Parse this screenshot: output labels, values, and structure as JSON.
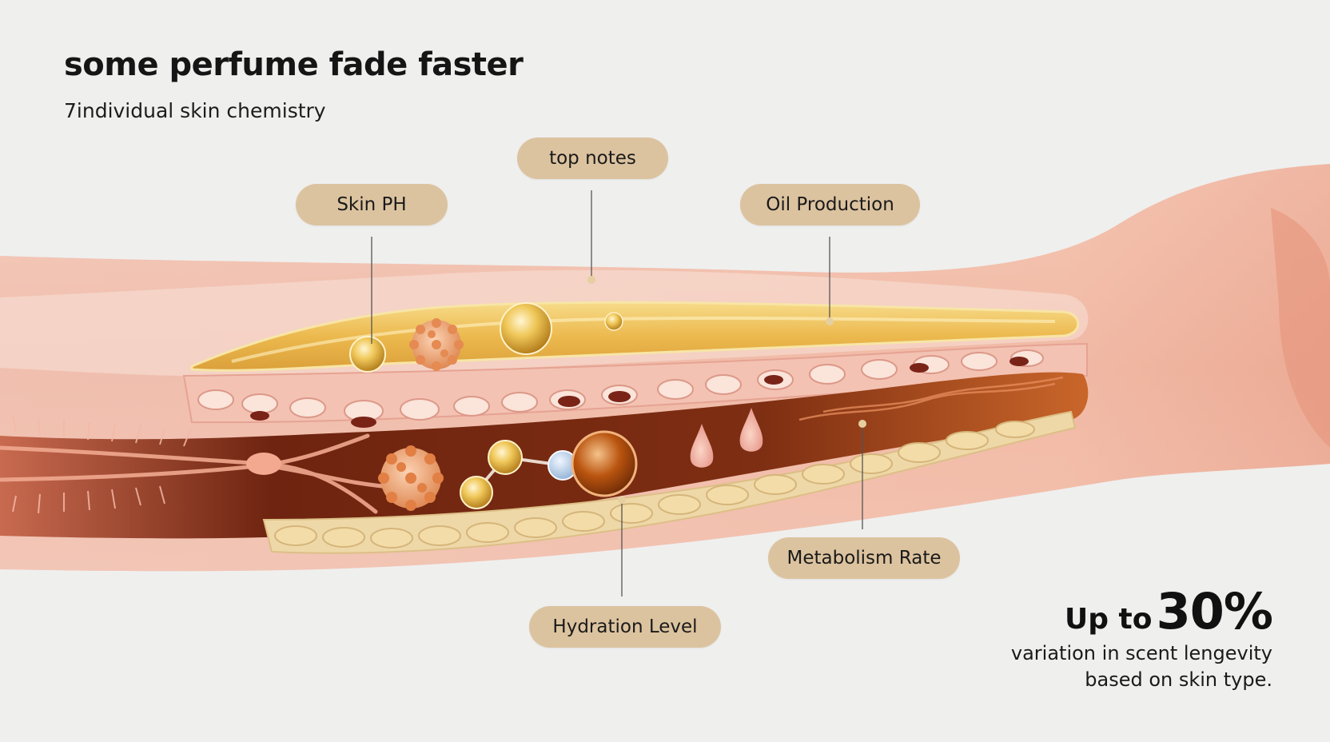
{
  "header": {
    "title": "some perfume fade faster",
    "subtitle": "7individual skin chemistry"
  },
  "labels": {
    "top_notes": "top notes",
    "skin_ph": "Skin PH",
    "oil_production": "Oil Production",
    "metabolism_rate": "Metabolism Rate",
    "hydration_level": "Hydration Level"
  },
  "stat": {
    "prefix": "Up to",
    "value": "30%",
    "line1": "variation in scent lengevity",
    "line2": "based on skin type."
  },
  "colors": {
    "background": "#efefee",
    "label_pill": "#dcc39f",
    "skin": "#e9a996",
    "oil": "#e9b54a",
    "tissue": "#7a2c12"
  }
}
